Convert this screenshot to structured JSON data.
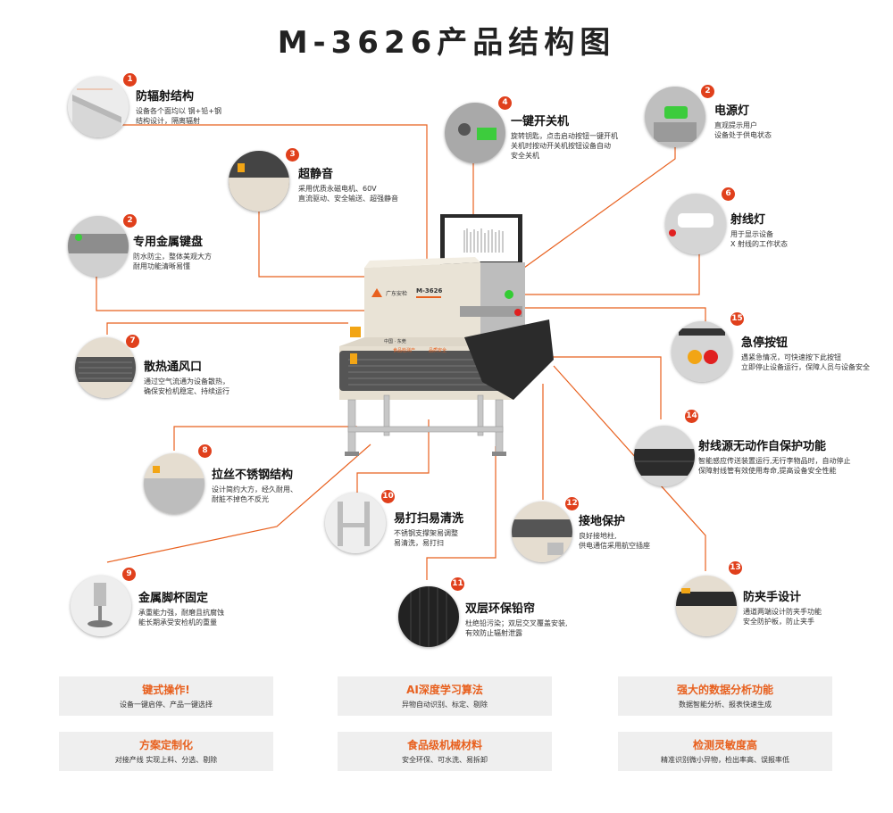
{
  "title": "M-3626产品结构图",
  "machine": {
    "brand": "广东安检",
    "model": "M-3626",
    "label_region": "中国 · 东莞",
    "label_left": "食品检测产",
    "label_right": "品质安全"
  },
  "features": [
    {
      "badge": "1",
      "title": "防辐射结构",
      "desc": [
        "设备各个面均以 钢+铅+钢",
        "结构设计，隔离辐射"
      ],
      "icon": "radiation-shield-icon"
    },
    {
      "badge": "2",
      "title": "电源灯",
      "desc": [
        "直观提示用户",
        "设备处于供电状态"
      ],
      "icon": "power-lamp-icon"
    },
    {
      "badge": "3",
      "title": "超静音",
      "desc": [
        "采用优质永磁电机、60V",
        "直流驱动、安全输送、超强静音"
      ],
      "icon": "motor-icon"
    },
    {
      "badge": "4",
      "title": "一键开关机",
      "desc": [
        "旋转钥匙，点击启动按钮一键开机",
        "关机时按动开关机按钮设备自动",
        "安全关机"
      ],
      "icon": "key-switch-icon"
    },
    {
      "badge": "2",
      "title": "专用金属键盘",
      "desc": [
        "防水防尘，整体美观大方",
        "耐用功能清晰易懂"
      ],
      "icon": "keyboard-icon"
    },
    {
      "badge": "6",
      "title": "射线灯",
      "desc": [
        "用于显示设备",
        "X 射线的工作状态"
      ],
      "icon": "xray-lamp-icon"
    },
    {
      "badge": "15",
      "title": "急停按钮",
      "desc": [
        "遇紧急情况，可快速按下此按钮",
        "立即停止设备运行，保障人员与设备安全"
      ],
      "icon": "emergency-stop-icon"
    },
    {
      "badge": "7",
      "title": "散热通风口",
      "desc": [
        "通过空气流通为设备散热，",
        "确保安检机稳定、持续运行"
      ],
      "icon": "vent-icon"
    },
    {
      "badge": "14",
      "title": "射线源无动作自保护功能",
      "desc": [
        "智能感应传送装置运行,无行李物品时，自动停止",
        "保障射线管有效使用寿命,提高设备安全性能"
      ],
      "icon": "self-protect-icon"
    },
    {
      "badge": "8",
      "title": "拉丝不锈钢结构",
      "desc": [
        "设计简约大方，经久耐用、",
        "耐脏不掉色不反光"
      ],
      "icon": "steel-frame-icon"
    },
    {
      "badge": "10",
      "title": "易打扫易清洗",
      "desc": [
        "不锈钢支撑架易调整",
        "易清洗，易打扫"
      ],
      "icon": "support-frame-icon"
    },
    {
      "badge": "12",
      "title": "接地保护",
      "desc": [
        "良好接地柱,",
        "供电通信采用航空插座"
      ],
      "icon": "ground-icon"
    },
    {
      "badge": "9",
      "title": "金属脚杯固定",
      "desc": [
        "承重能力强，耐磨且抗腐蚀",
        "能长期承受安检机的重量"
      ],
      "icon": "foot-cup-icon"
    },
    {
      "badge": "13",
      "title": "防夹手设计",
      "desc": [
        "通道两端设计防夹手功能",
        "安全防护板，防止夹手"
      ],
      "icon": "anti-pinch-icon"
    },
    {
      "badge": "11",
      "title": "双层环保铅帘",
      "desc": [
        "杜绝铅污染；双层交叉覆盖安装,",
        "有效防止辐射泄露"
      ],
      "icon": "lead-curtain-icon"
    }
  ],
  "bottom": [
    {
      "title": "键式操作!",
      "desc": "设备一键启停、产品一键选择"
    },
    {
      "title": "AI深度学习算法",
      "desc": "异物自动识别、标定、剔除"
    },
    {
      "title": "强大的数据分析功能",
      "desc": "数据智能分析、报表快速生成"
    },
    {
      "title": "方案定制化",
      "desc": "对接产线 实现上料、分选、剔除"
    },
    {
      "title": "食品级机械材料",
      "desc": "安全环保、可水洗、易拆卸"
    },
    {
      "title": "检测灵敏度高",
      "desc": "精准识别微小异物，检出率高、误报率低"
    }
  ],
  "colors": {
    "accent": "#e0401c",
    "line": "#e8601e",
    "title_orange": "#e8601e",
    "box_bg": "#efefef"
  }
}
